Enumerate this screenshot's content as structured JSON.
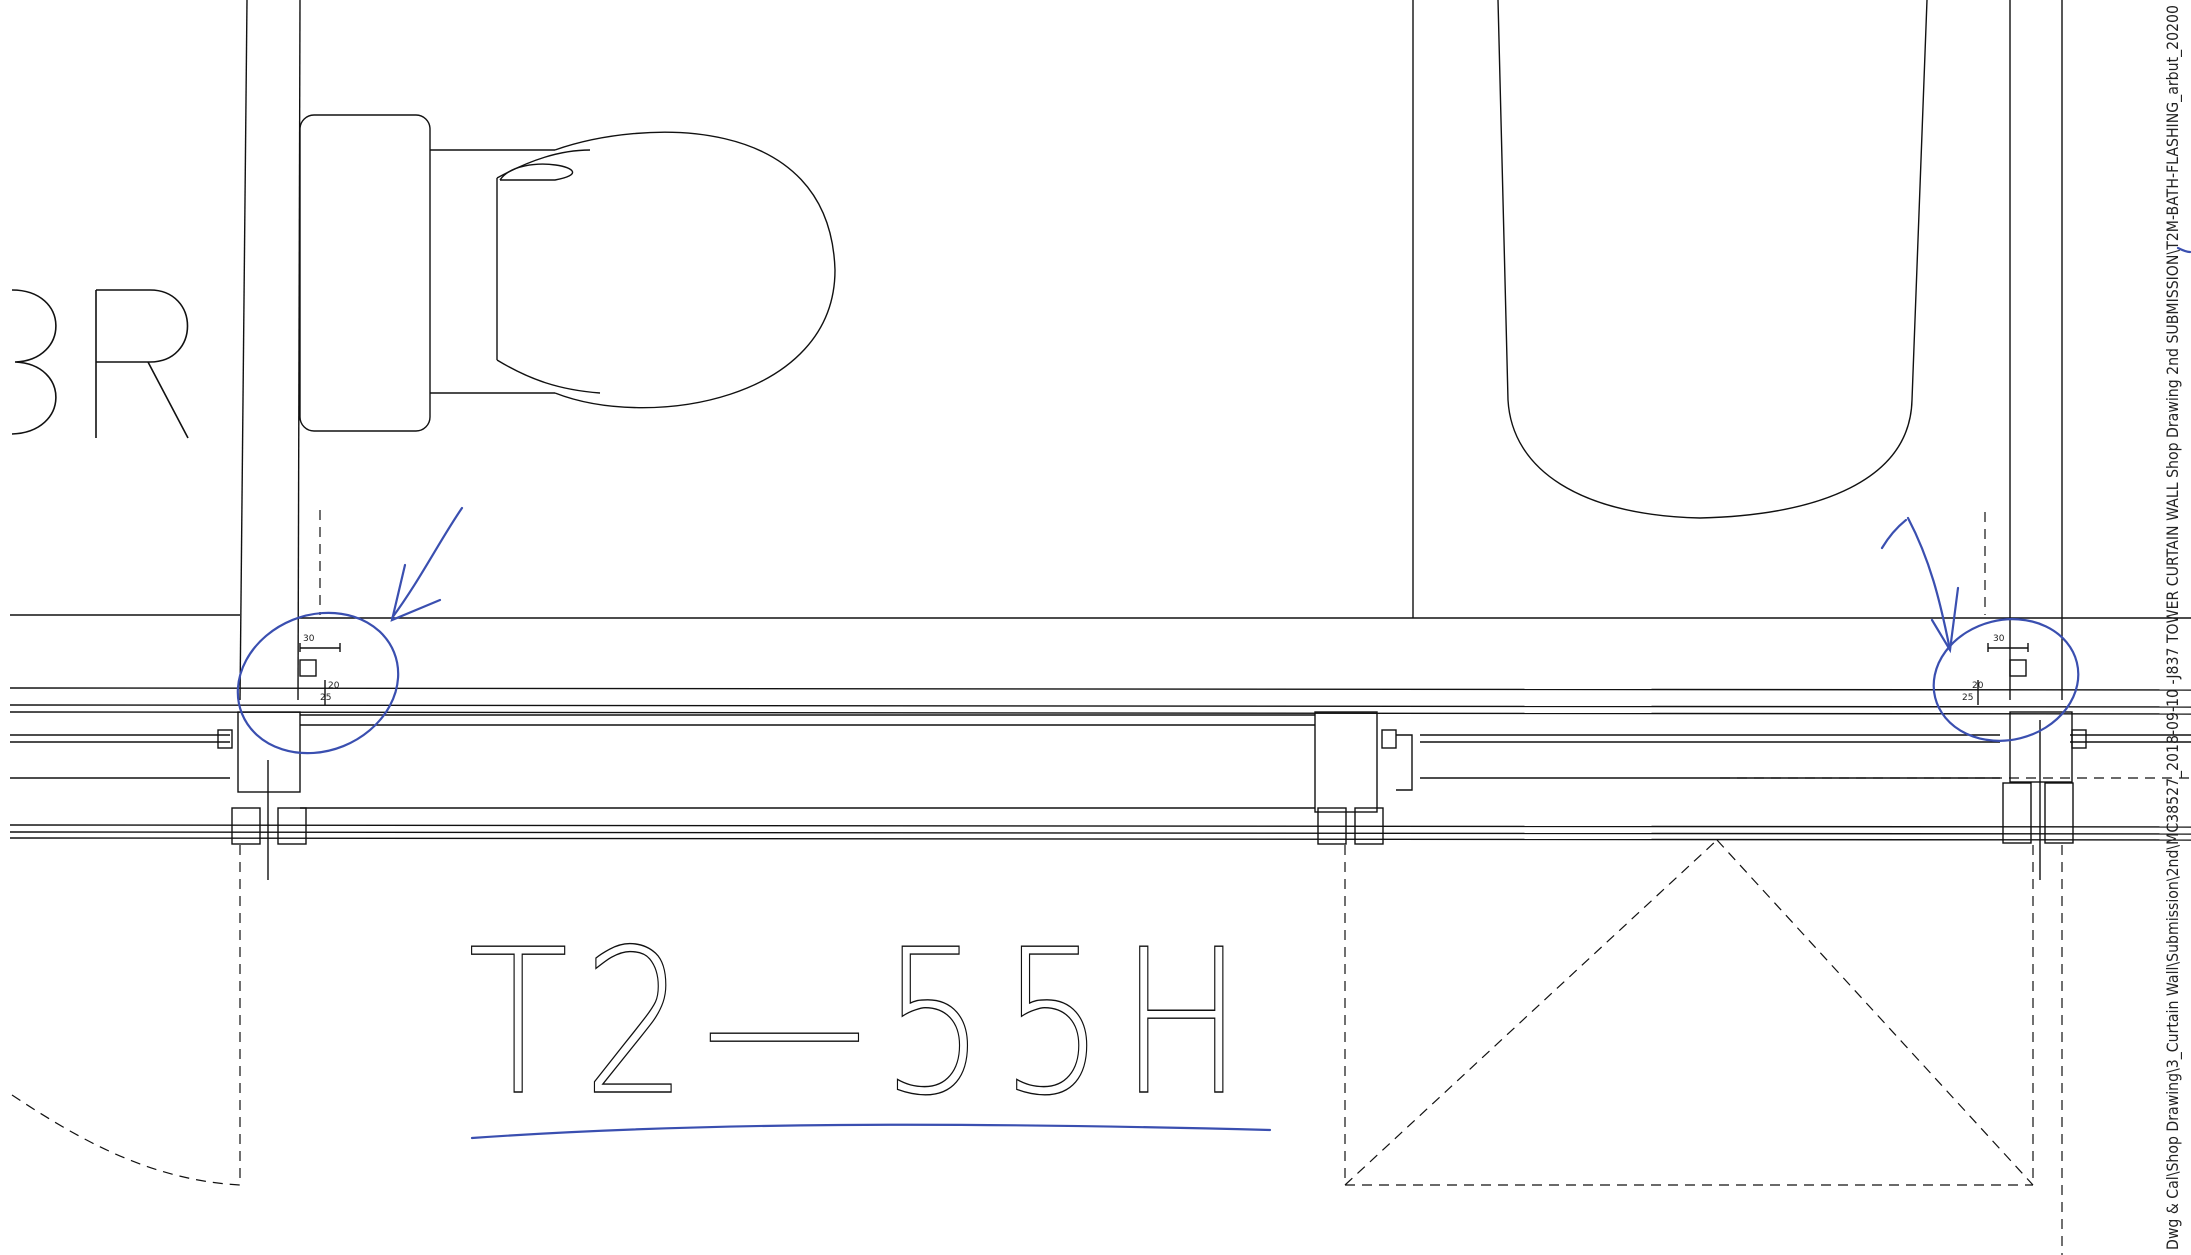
{
  "drawing": {
    "room_label": "T2—55H",
    "partial_label": "BR",
    "side_note": "Dwg & Cal\\Shop Drawing\\3_Curtain Wall\\Submission\\2nd\\MC38527_2018-09-10 -J837 TOWER CURTAIN WALL Shop Drawing 2nd SUBMISSION\\T2M-BATH-FLASHING_arbut_20200",
    "dimensions": {
      "left_width": "30",
      "left_h1": "25",
      "left_h2": "20",
      "right_width": "30",
      "right_h1": "25",
      "right_h2": "20"
    }
  },
  "markup": {
    "pen_color": "#3a4fb0",
    "line_color": "#111111"
  }
}
